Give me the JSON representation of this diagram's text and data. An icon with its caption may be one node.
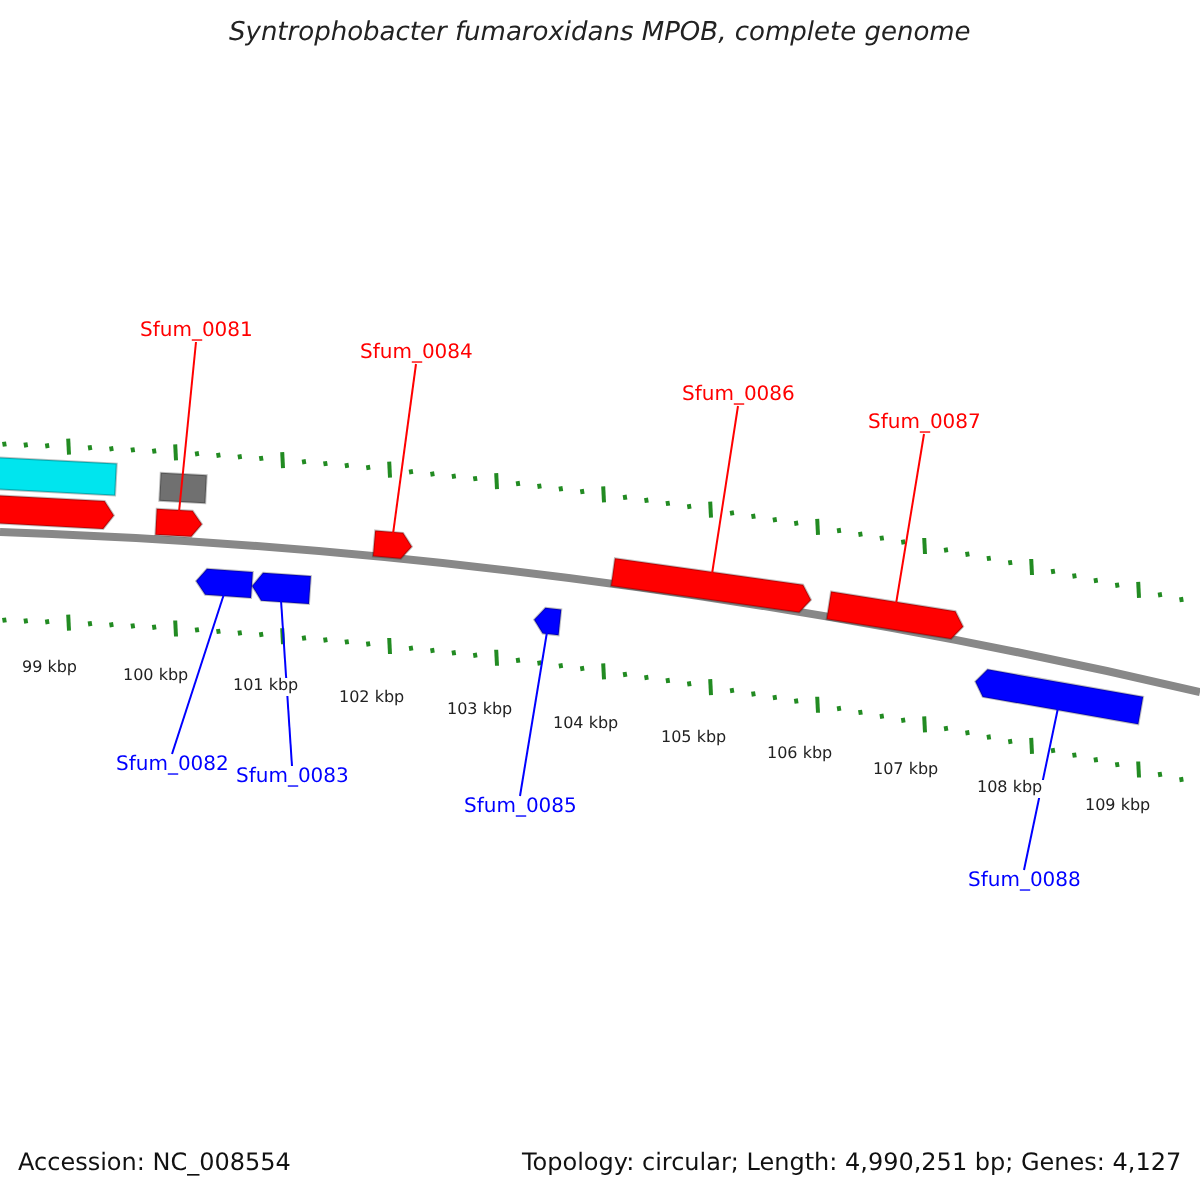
{
  "diagram": {
    "title": "Syntrophobacter fumaroxidans MPOB, complete genome",
    "nodes": [
      {
        "text": [
          "Sfum_0081"
        ]
      },
      {
        "text": [
          "Sfum_0084"
        ]
      },
      {
        "text": [
          "Sfum_0086"
        ]
      },
      {
        "text": [
          "Sfum_0087"
        ]
      },
      {
        "text": [],
        "shape": "arrow"
      },
      {
        "text": [],
        "shape": "arrow"
      },
      {
        "text": [],
        "shape": "arrow"
      },
      {
        "text": [],
        "shape": "box"
      },
      {
        "text": [],
        "shape": "arrow"
      },
      {
        "text": [],
        "shape": "arrow"
      },
      {
        "text": [],
        "shape": "arrow"
      },
      {
        "text": [],
        "shape": "arrow"
      },
      {
        "text": [],
        "shape": "arrow"
      },
      {
        "text": [],
        "shape": "arrow"
      },
      {
        "text": [],
        "shape": "arrow"
      },
      {
        "text": [
          "Sfum_0082"
        ]
      },
      {
        "text": [
          "Sfum_0083"
        ]
      },
      {
        "text": [
          "Sfum_0085"
        ]
      },
      {
        "text": [
          "Sfum_0088"
        ]
      }
    ],
    "edges": [
      {
        "from": 0,
        "to": 6,
        "arrow": "none",
        "color": "#ff0000"
      },
      {
        "from": 1,
        "to": 10,
        "arrow": "none",
        "color": "#ff0000"
      },
      {
        "from": 2,
        "to": 12,
        "arrow": "none",
        "color": "#ff0000"
      },
      {
        "from": 3,
        "to": 13,
        "arrow": "none",
        "color": "#ff0000"
      },
      {
        "from": 15,
        "to": 8,
        "arrow": "none",
        "color": "#0000ff"
      },
      {
        "from": 16,
        "to": 9,
        "arrow": "none",
        "color": "#0000ff"
      },
      {
        "from": 17,
        "to": 11,
        "arrow": "none",
        "color": "#0000ff"
      },
      {
        "from": 18,
        "to": 14,
        "arrow": "none",
        "color": "#0000ff"
      }
    ],
    "labels": [
      "99 kbp",
      "100 kbp",
      "101 kbp",
      "102 kbp",
      "103 kbp",
      "104 kbp",
      "105 kbp",
      "106 kbp",
      "107 kbp",
      "108 kbp",
      "109 kbp",
      "Accession: NC_008554",
      "Topology: circular; Length: 4,990,251 bp; Genes: 4,127"
    ]
  }
}
